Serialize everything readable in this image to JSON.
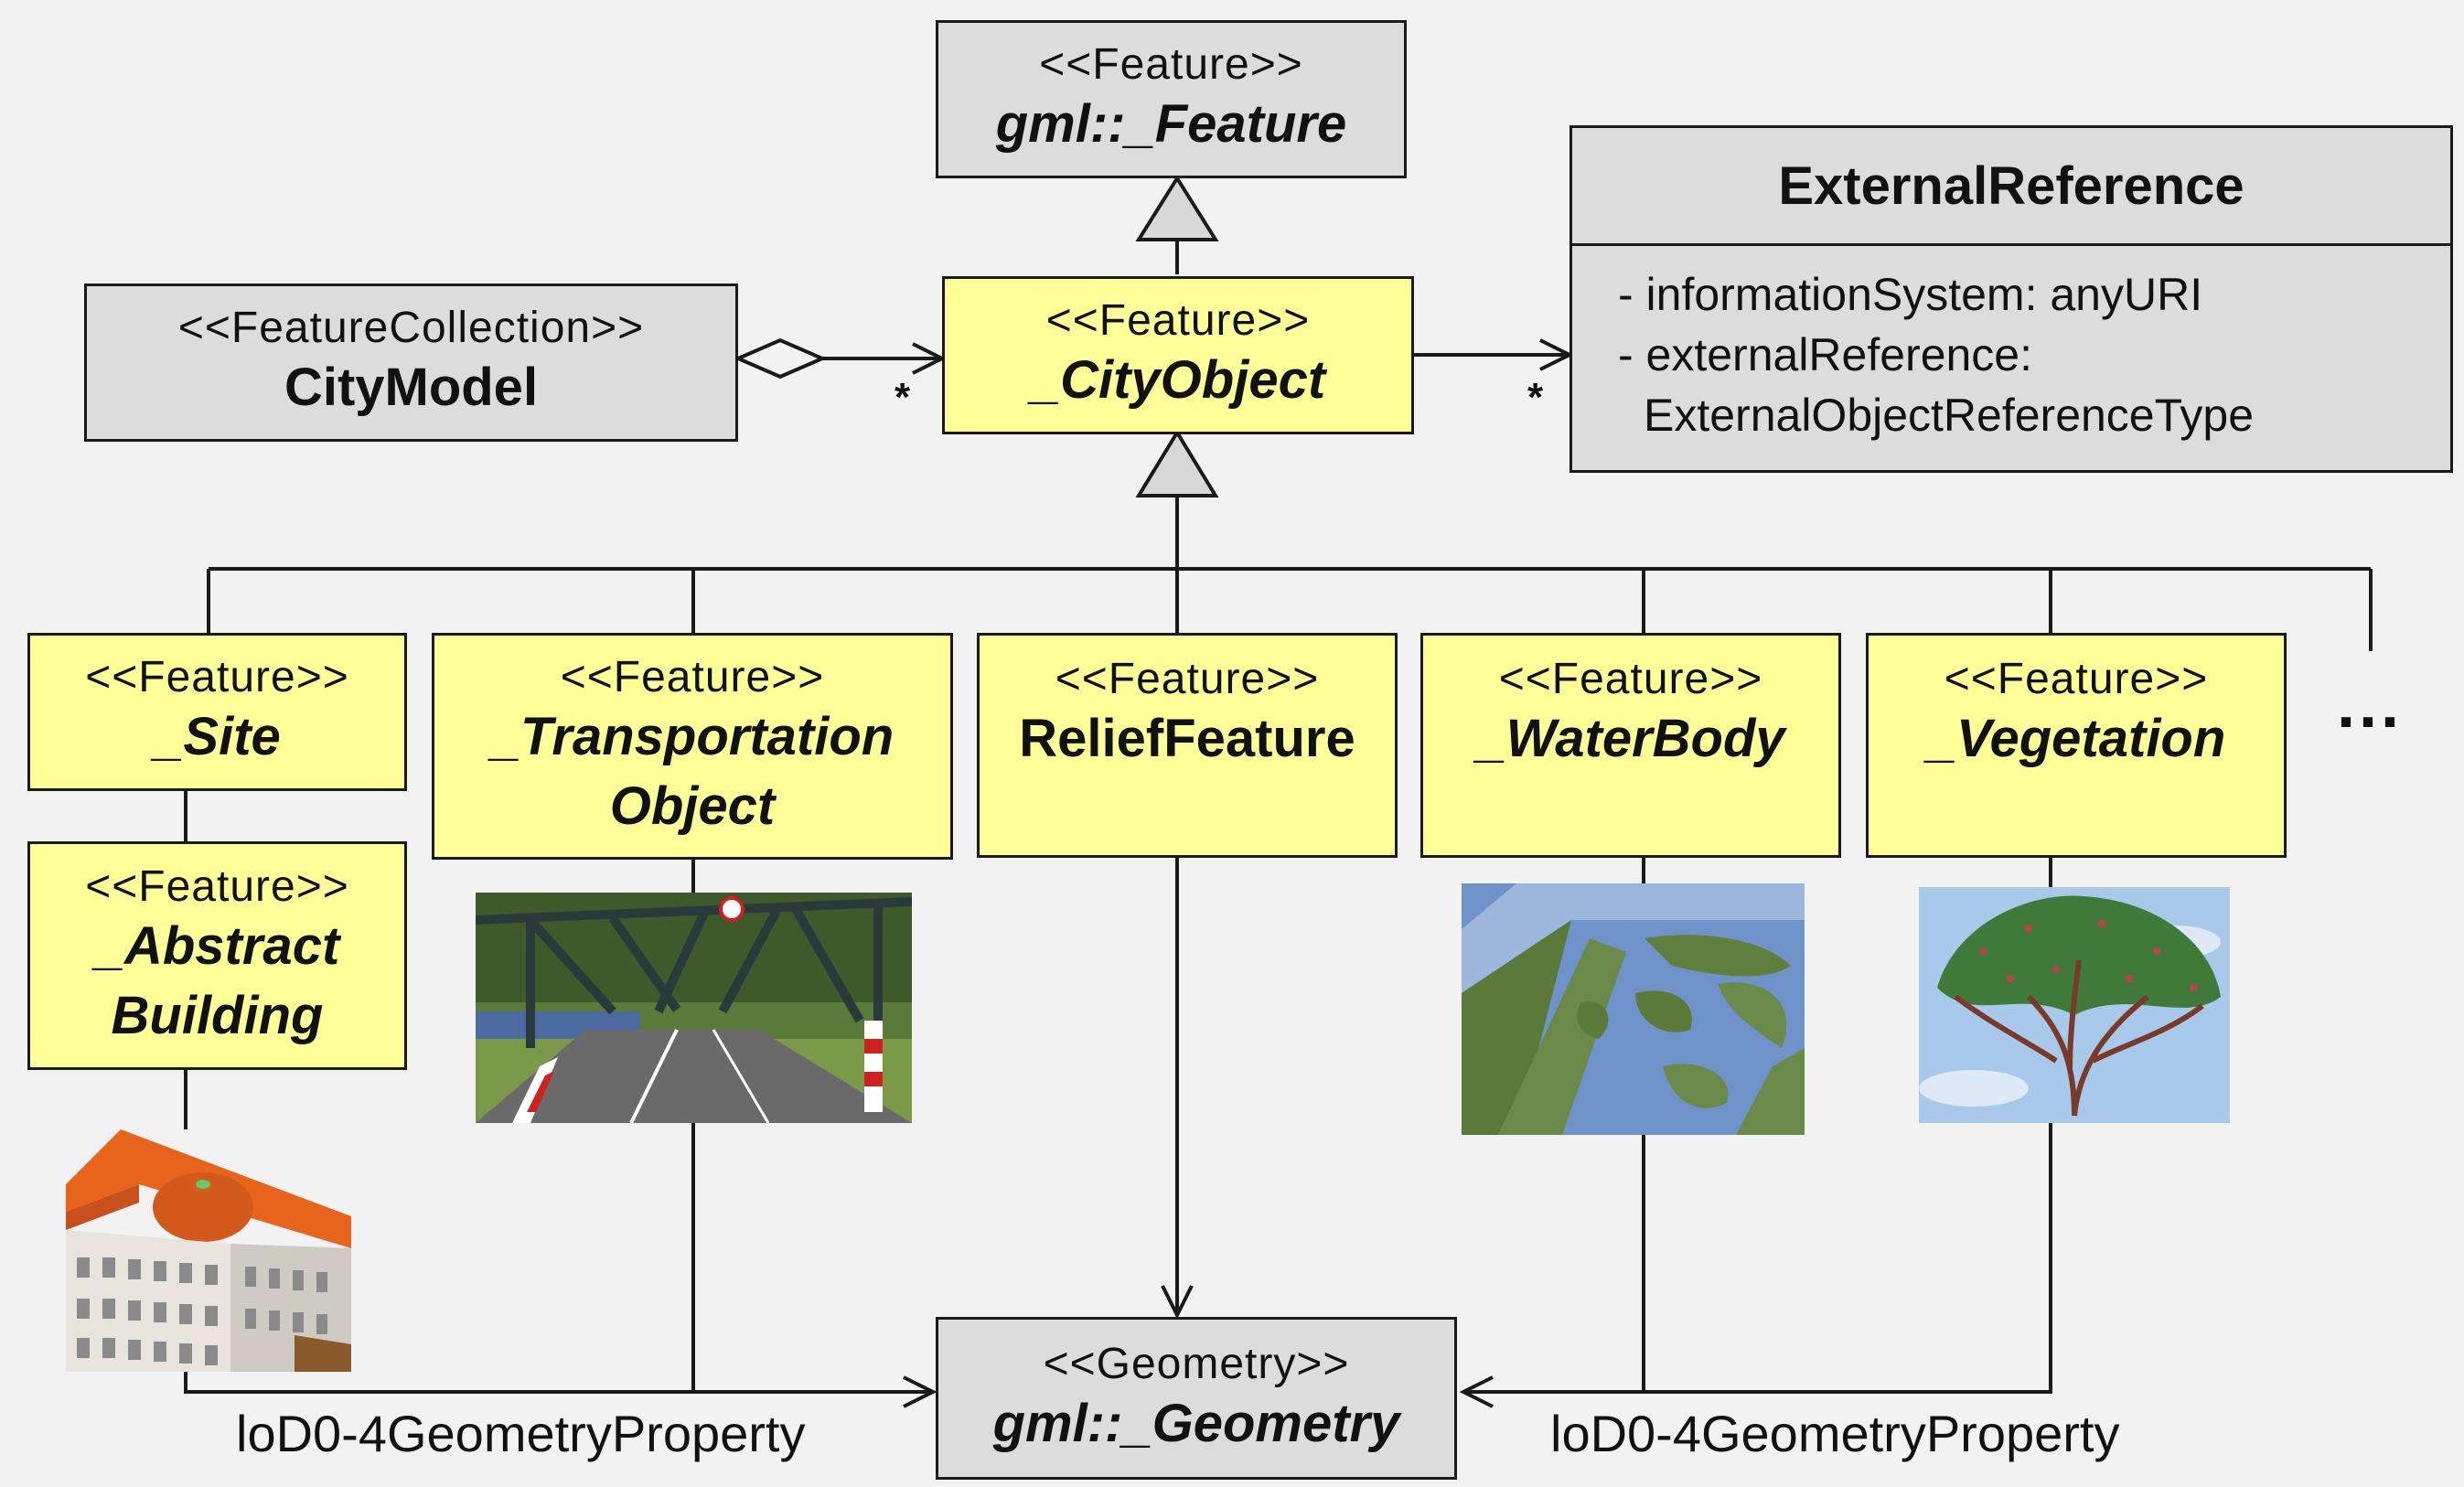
{
  "diagram": {
    "feature_root": {
      "stereotype": "<<Feature>>",
      "name": "gml::_Feature"
    },
    "city_model": {
      "stereotype": "<<FeatureCollection>>",
      "name": "CityModel"
    },
    "city_object": {
      "stereotype": "<<Feature>>",
      "name": "_CityObject"
    },
    "external_reference": {
      "name": "ExternalReference",
      "attr1": "- informationSystem: anyURI",
      "attr2": "- externalReference:",
      "attr2_cont": "ExternalObjectReferenceType"
    },
    "multiplicity_left": "*",
    "multiplicity_right": "*",
    "site": {
      "stereotype": "<<Feature>>",
      "name": "_Site"
    },
    "abstract_building": {
      "stereotype": "<<Feature>>",
      "name_line1": "_Abstract",
      "name_line2": "Building"
    },
    "transportation": {
      "stereotype": "<<Feature>>",
      "name_line1": "_Transportation",
      "name_line2": "Object"
    },
    "relief": {
      "stereotype": "<<Feature>>",
      "name": "ReliefFeature"
    },
    "water_body": {
      "stereotype": "<<Feature>>",
      "name": "_WaterBody"
    },
    "vegetation": {
      "stereotype": "<<Feature>>",
      "name": "_Vegetation"
    },
    "more": "...",
    "geometry": {
      "stereotype": "<<Geometry>>",
      "name": "gml::_Geometry"
    },
    "geom_label_left": "loD0-4GeometryProperty",
    "geom_label_right": "loD0-4GeometryProperty"
  },
  "icons": [
    "building-thumbnail",
    "bridge-thumbnail",
    "water-body-thumbnail",
    "tree-thumbnail"
  ]
}
